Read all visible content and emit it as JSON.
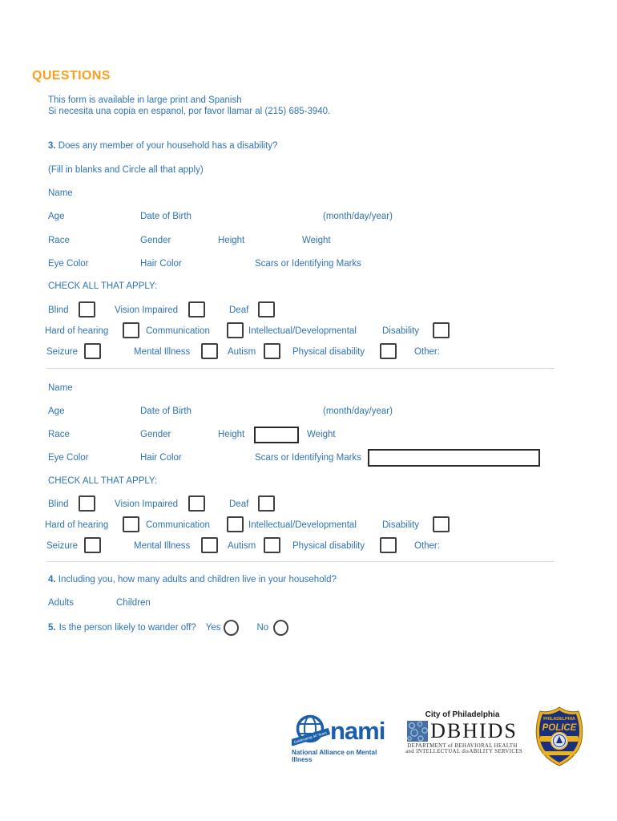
{
  "page": {
    "heading": "QUESTIONS",
    "intro_line1": "This form is available in large print and Spanish",
    "intro_line2": "Si necesita una copia en espanol, por favor llamar al (215) 685-3940."
  },
  "q3": {
    "number": "3.",
    "text": "Does any member of your household has a disability?",
    "instruction": "(Fill in blanks and Circle all that apply)"
  },
  "person_fields": {
    "name": "Name",
    "age": "Age",
    "dob": "Date of Birth",
    "dob_format": "(month/day/year)",
    "race": "Race",
    "gender": "Gender",
    "height": "Height",
    "weight": "Weight",
    "eye_color": "Eye Color",
    "hair_color": "Hair Color",
    "scars": "Scars or Identifying Marks",
    "height_value": "",
    "scars_value": ""
  },
  "checklist": {
    "heading": "CHECK ALL THAT APPLY:",
    "row1": [
      "Blind",
      "Vision Impaired",
      "Deaf"
    ],
    "row2": [
      "Hard of hearing",
      "Communication",
      "Intellectual/Developmental",
      "Disability"
    ],
    "row3": [
      "Seizure",
      "Mental Illness",
      "Autism",
      "Physical disability",
      "Other:"
    ]
  },
  "q4": {
    "number": "4.",
    "text": "Including you, how many adults and children live in your household?",
    "adults_label": "Adults",
    "children_label": "Children"
  },
  "q5": {
    "number": "5.",
    "text": "Is the person likely to wander off?",
    "yes_label": "Yes",
    "no_label": "No"
  },
  "logos": {
    "nami": {
      "word": "nami",
      "ribbon": "Celebrating 40 Years",
      "tagline": "National Alliance on Mental Illness"
    },
    "dbhids": {
      "city": "City of Philadelphia",
      "acronym": "DBHIDS",
      "line1": "DEPARTMENT of BEHAVIORAL HEALTH",
      "line2": "and INTELLECTUAL disABILITY SERVICES"
    },
    "police": {
      "city": "PHILADELPHIA",
      "label": "POLICE"
    }
  },
  "colors": {
    "heading_orange": "#F7A11C",
    "text_blue": "#2E74B5",
    "checkbox_border": "#3F3F3F",
    "divider": "#D9D9D9",
    "nami_blue": "#1B5EA9",
    "dbhids_blue": "#4470A6",
    "police_navy": "#1A2F7E",
    "police_gold": "#EDB11E"
  }
}
